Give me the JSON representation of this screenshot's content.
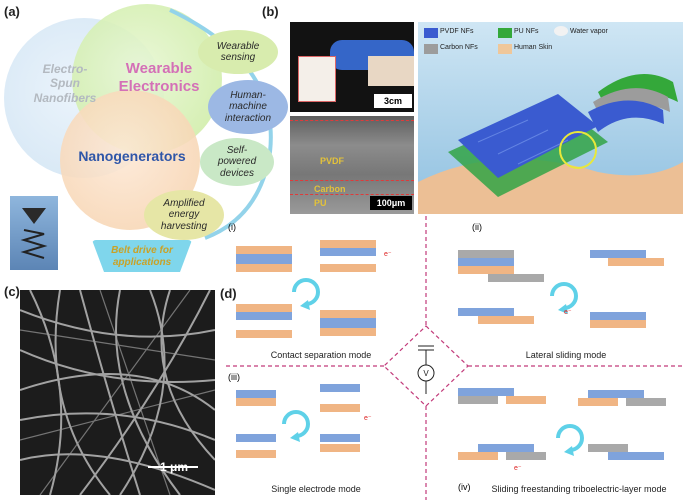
{
  "panel_labels": {
    "a": "(a)",
    "b": "(b)",
    "c": "(c)",
    "d": "(d)"
  },
  "panel_a": {
    "circle_electrospun": "Electro-\nSpun\nNanofibers",
    "circle_wearable": "Wearable\nElectronics",
    "circle_nanogen": "Nanogenerators",
    "bubbles": [
      "Wearable\nsensing",
      "Human-\nmachine\ninteraction",
      "Self-\npowered\ndevices",
      "Amplified\nenergy\nharvesting"
    ],
    "pill": "Belt drive for\napplications"
  },
  "panel_b": {
    "scale_photo": "3cm",
    "scale_sem": "100μm",
    "sem_labels": [
      "PVDF",
      "Carbon",
      "PU"
    ],
    "legend": [
      "PVDF NFs",
      "PU NFs",
      "Water vapor",
      "Carbon NFs",
      "Human Skin"
    ]
  },
  "panel_c": {
    "scale": "1 μm"
  },
  "panel_d": {
    "sub_labels": [
      "(i)",
      "(ii)",
      "(iii)",
      "(iv)"
    ],
    "captions": [
      "Contact separation mode",
      "Lateral sliding mode",
      "Single electrode mode",
      "Sliding freestanding triboelectric-layer mode"
    ],
    "electron": "e⁻",
    "meter": "V"
  },
  "colors": {
    "blue_layer": "#7fa3dc",
    "orange_layer": "#f0b584",
    "grey_layer": "#a9a9a9",
    "cyan_arrow": "#5fd1e8",
    "dash": "#c23a7a"
  }
}
